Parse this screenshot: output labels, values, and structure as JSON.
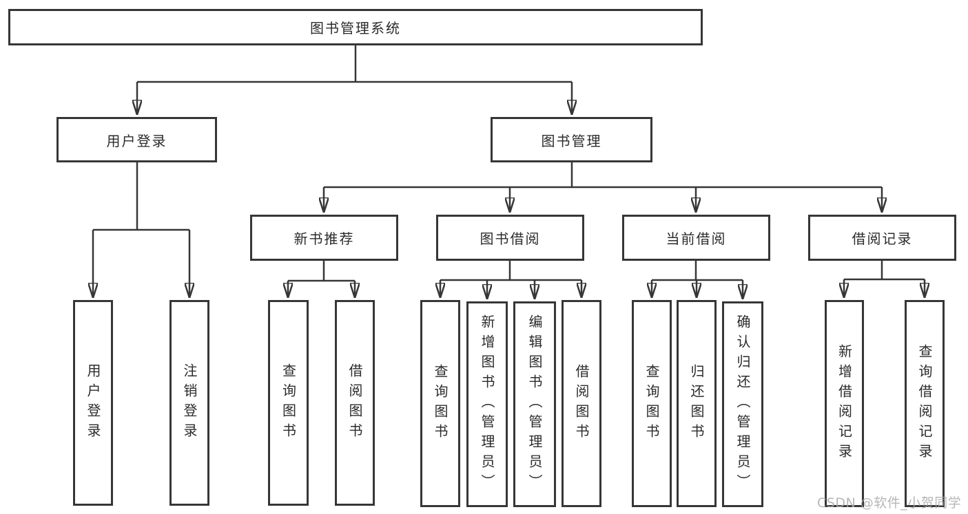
{
  "tree": {
    "root_label": "图书管理系统",
    "level2": [
      {
        "label": "用户登录",
        "children": [
          {
            "label": "用户登录"
          },
          {
            "label": "注销登录"
          }
        ]
      },
      {
        "label": "图书管理",
        "children": [
          {
            "label": "新书推荐",
            "children": [
              {
                "label": "查询图书"
              },
              {
                "label": "借阅图书"
              }
            ]
          },
          {
            "label": "图书借阅",
            "children": [
              {
                "label": "查询图书"
              },
              {
                "label": "新增图书（管理员）"
              },
              {
                "label": "编辑图书（管理员）"
              },
              {
                "label": "借阅图书"
              }
            ]
          },
          {
            "label": "当前借阅",
            "children": [
              {
                "label": "查询图书"
              },
              {
                "label": "归还图书"
              },
              {
                "label": "确认归还（管理员）"
              }
            ]
          },
          {
            "label": "借阅记录",
            "children": [
              {
                "label": "新增借阅记录"
              },
              {
                "label": "查询借阅记录"
              }
            ]
          }
        ]
      }
    ]
  },
  "watermark": "CSDN @软件_小贺同学",
  "colors": {
    "line": "#363636",
    "text": "#2b2b2b",
    "watermark": "#aaaaaa",
    "background": "#ffffff"
  }
}
